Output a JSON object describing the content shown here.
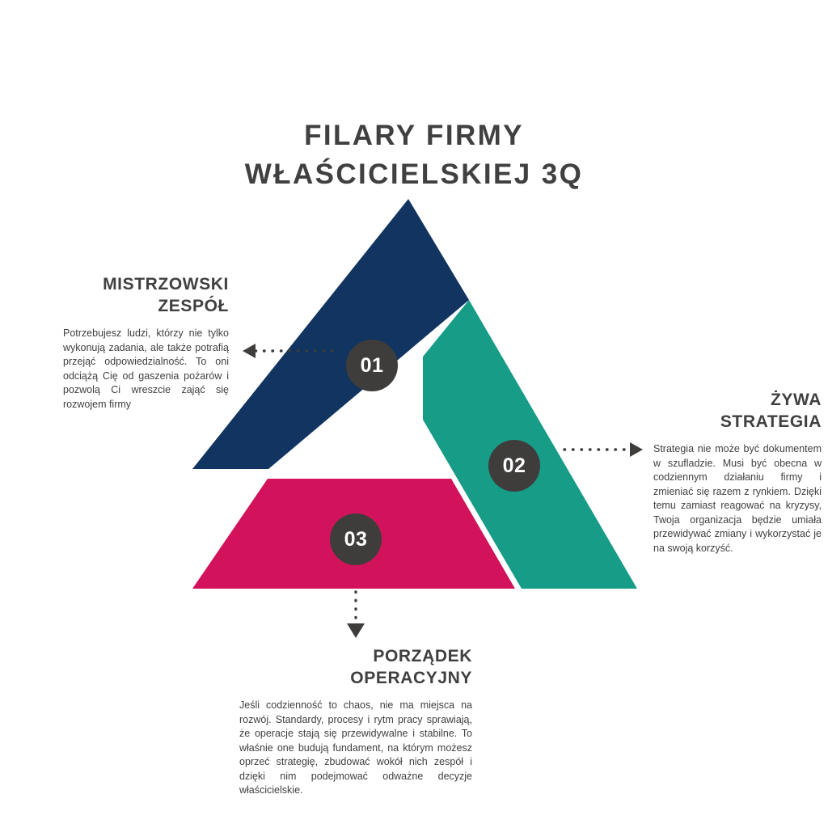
{
  "title": "FILARY FIRMY\nWŁAŚCICIELSKIEJ 3Q",
  "colors": {
    "navy": "#123460",
    "teal": "#179c87",
    "crimson": "#d2135c",
    "badge": "#3f3d3c",
    "text": "#404040",
    "arrow": "#3f3d3c",
    "background": "#ffffff"
  },
  "pillars": [
    {
      "number": "01",
      "heading": "MISTRZOWSKI\nZESPÓŁ",
      "body": "Potrzebujesz ludzi, którzy nie tylko wykonują zadania, ale także potrafią przejąć odpowiedzialność. To oni odciążą Cię od gaszenia pożarów i pozwolą Ci wreszcie zająć się rozwojem firmy",
      "color": "#123460",
      "arrow_direction": "left"
    },
    {
      "number": "02",
      "heading": "ŻYWA\nSTRATEGIA",
      "body": "Strategia nie może być dokumentem w szufladzie. Musi być obecna w codziennym działaniu firmy i zmieniać się razem z rynkiem. Dzięki temu zamiast reagować na kryzysy, Twoja organizacja będzie umiała przewidywać zmiany i wykorzystać je na swoją korzyść.",
      "color": "#179c87",
      "arrow_direction": "right"
    },
    {
      "number": "03",
      "heading": "PORZĄDEK\nOPERACYJNY",
      "body": "Jeśli codzienność to chaos, nie ma miejsca na rozwój. Standardy, procesy i rytm pracy sprawiają, że operacje stają się przewidywalne i stabilne. To właśnie one budują fundament, na którym możesz oprzeć strategię, zbudować wokół nich zespół i dzięki nim podejmować odważne decyzje właścicielskie.",
      "color": "#d2135c",
      "arrow_direction": "down"
    }
  ]
}
